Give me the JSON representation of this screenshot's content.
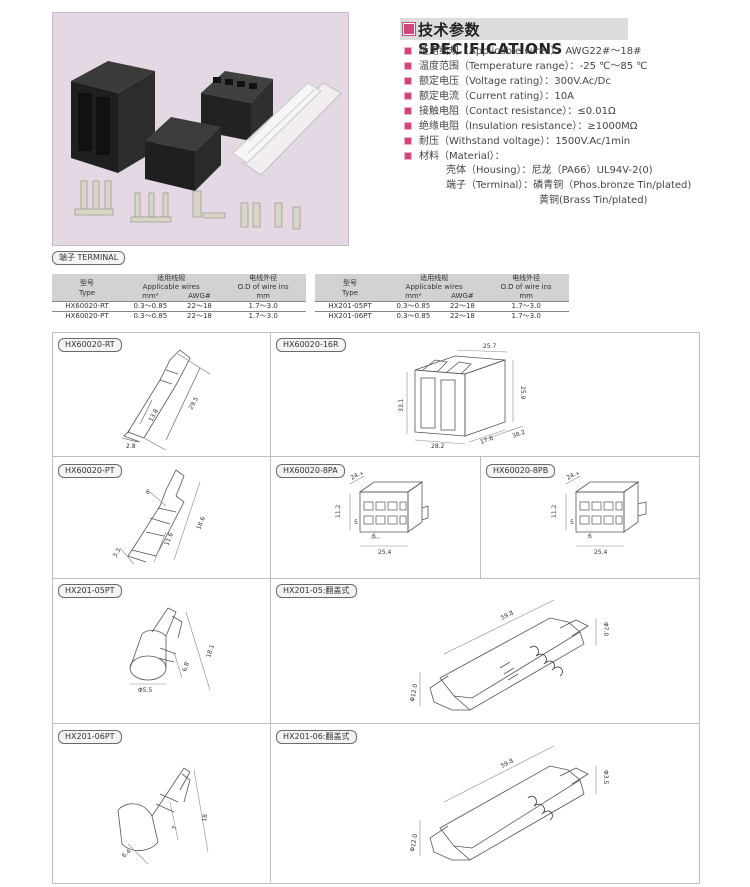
{
  "specs": {
    "title_cn": "技术参数",
    "title_en": "SPECIFICATIONS",
    "lines": [
      "适用线规（Applicable wires）：AWG22#～18#",
      "温度范围（Temperature range）：-25 ℃～85 ℃",
      "额定电压（Voltage rating）：300V.Ac/Dc",
      "额定电流（Current rating）：10A",
      "接触电阻（Contact resistance）：≤0.01Ω",
      "绝缘电阻（Insulation resistance）：≥1000MΩ",
      "耐压（Withstand voltage）：1500V.Ac/1min",
      "材料（Material）："
    ],
    "material_housing": "壳体（Housing）：尼龙（PA66）UL94V-2(0)",
    "material_terminal": "端子（Terminal）：磷青铜（Phos.bronze Tin/plated)",
    "material_terminal2": "黄铜(Brass Tin/plated)"
  },
  "terminal_label": "端子 TERMINAL",
  "table_headers": {
    "model_cn": "型号",
    "model_en": "Type",
    "wires_cn": "适用线规",
    "wires_en": "Applicable wires",
    "od_cn": "电线外径",
    "od_en": "O.D of wire ins",
    "mm2": "mm²",
    "awg": "AWG#",
    "mm": "mm"
  },
  "table_left": [
    {
      "type": "HX60020-RT",
      "mm2": "0.3～0.85",
      "awg": "22～18",
      "od": "1.7～3.0"
    },
    {
      "type": "HX60020-PT",
      "mm2": "0.3～0.85",
      "awg": "22～18",
      "od": "1.7～3.0"
    }
  ],
  "table_right": [
    {
      "type": "HX201-05PT",
      "mm2": "0.3～0.85",
      "awg": "22～18",
      "od": "1.7～3.0"
    },
    {
      "type": "HX201-06PT",
      "mm2": "0.3～0.85",
      "awg": "22～18",
      "od": "1.7～3.0"
    }
  ],
  "drawings": {
    "hx60020_rt": {
      "label": "HX60020-RT",
      "dims": [
        "29.5",
        "13.8",
        "2.8"
      ]
    },
    "hx60020_16r": {
      "label": "HX60020-16R",
      "dims": [
        "25.7",
        "25.9",
        "33.1",
        "28.2",
        "17.6",
        "38.2"
      ]
    },
    "hx60020_pt": {
      "label": "HX60020-PT",
      "dims": [
        "6",
        "11.6",
        "18.6",
        "3.3"
      ]
    },
    "hx60020_8pa": {
      "label": "HX60020-8PA",
      "dims": [
        "24.1",
        "11.2",
        "5",
        "6",
        "25.4"
      ]
    },
    "hx60020_8pb": {
      "label": "HX60020-8PB",
      "dims": [
        "24.1",
        "11.2",
        "5",
        "6",
        "25.4"
      ]
    },
    "hx201_05pt": {
      "label": "HX201-05PT",
      "dims": [
        "6.8",
        "18.1",
        "Φ5.5"
      ]
    },
    "hx201_05": {
      "label": "HX201-05:翻盖式",
      "dims": [
        "59.8",
        "Φ7.0",
        "Φ12.0"
      ]
    },
    "hx201_06pt": {
      "label": "HX201-06PT",
      "dims": [
        "6.4",
        "7",
        "18"
      ]
    },
    "hx201_06": {
      "label": "HX201-06:翻盖式",
      "dims": [
        "59.8",
        "Φ3.5",
        "Φ12.0"
      ]
    }
  },
  "colors": {
    "accent": "#d3447a",
    "photo_bg": "#e3d8e3",
    "housing": "#2a2a2a"
  }
}
